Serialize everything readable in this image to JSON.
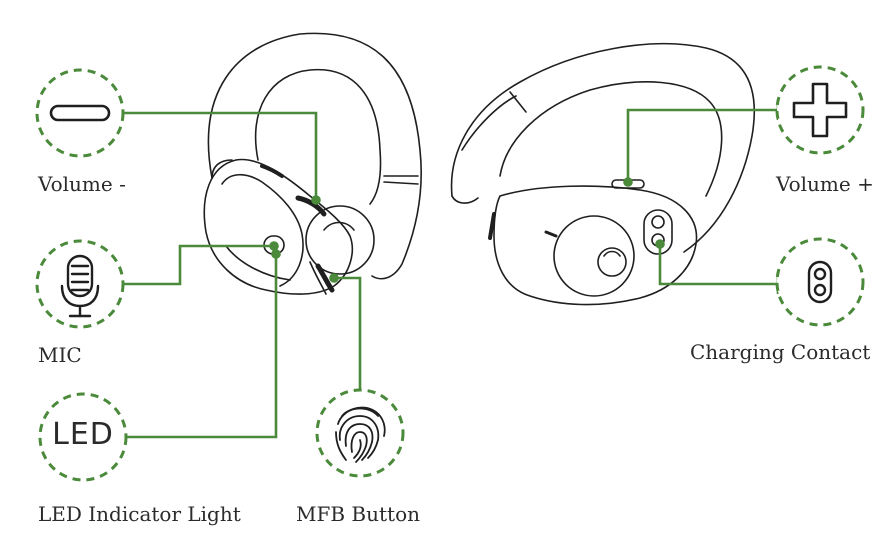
{
  "colors": {
    "accent": "#4a8a3a",
    "ink": "#1f1f1f"
  },
  "labels": {
    "volume_minus": "Volume -",
    "volume_plus": "Volume +",
    "mic": "MIC",
    "charging_contact": "Charging Contact",
    "led_indicator": "LED Indicator Light",
    "mfb_button": "MFB Button"
  },
  "icons": {
    "volume_minus": "minus-icon",
    "volume_plus": "plus-icon",
    "mic": "microphone-icon",
    "charging_contact": "charging-contact-icon",
    "led": "led-text-icon",
    "mfb": "fingerprint-icon"
  },
  "icon_text": {
    "led": "LED"
  }
}
